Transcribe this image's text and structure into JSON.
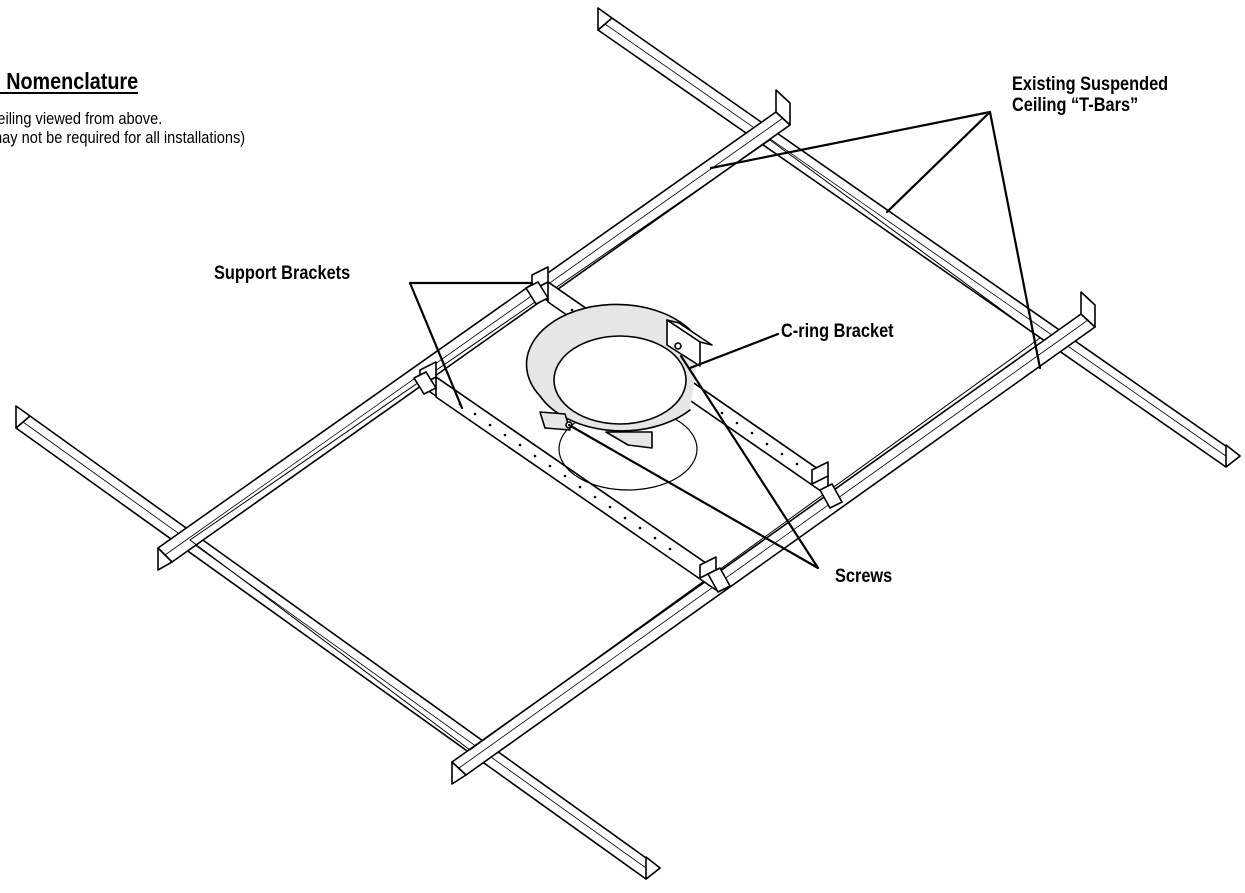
{
  "heading": "re Nomenclature",
  "notes": [
    " ceiling viewed from above.",
    "may not be required for all installations)"
  ],
  "labels": {
    "tbars_line1": "Existing Suspended",
    "tbars_line2": "Ceiling “T-Bars”",
    "support_brackets": "Support Brackets",
    "cring_bracket": "C-ring Bracket",
    "screws": "Screws"
  }
}
